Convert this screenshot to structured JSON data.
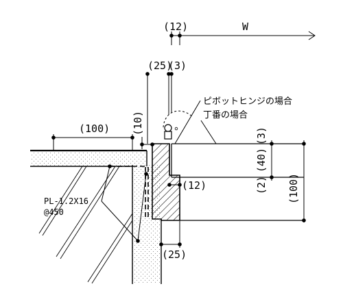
{
  "labels": {
    "dim_top_12": "(12)",
    "dim_w": "W",
    "dim_25_top": "(25)",
    "dim_3_top": "(3)",
    "pivot_hinge": "ピボットヒンジの場合",
    "butt_hinge": "丁番の場合",
    "dim_100_left": "(100)",
    "dim_10": "(10)",
    "dim_3_right": "(3)",
    "dim_40": "(40)",
    "dim_2": "(2)",
    "dim_100_right": "(100)",
    "dim_12_mid": "(12)",
    "dim_25_bottom": "(25)",
    "plate_spec": "PL-1.2X16",
    "pitch": "@450"
  }
}
